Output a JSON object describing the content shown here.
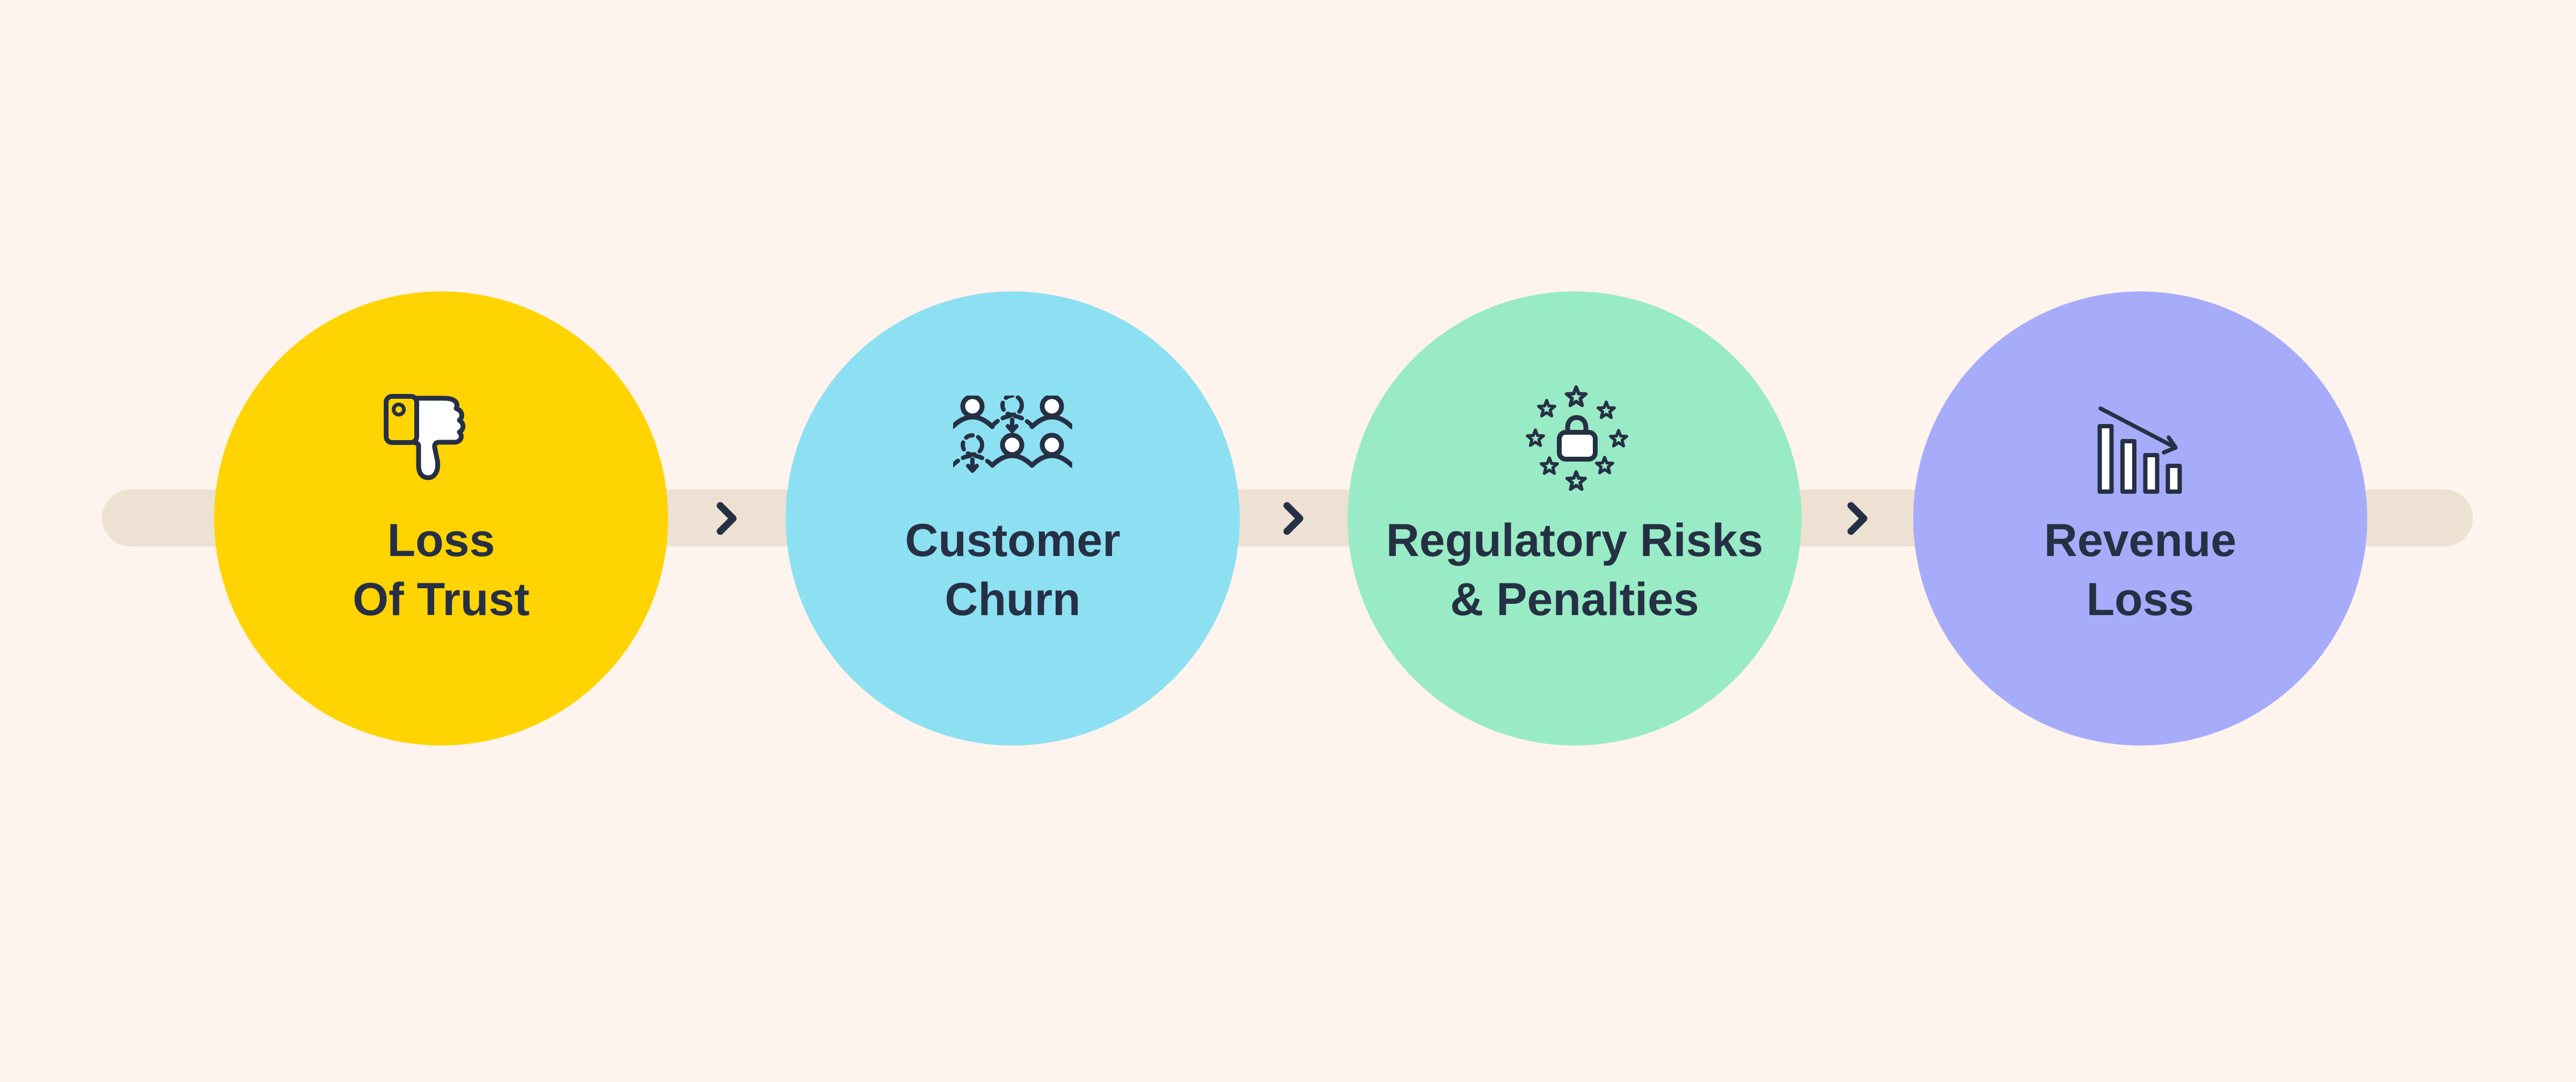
{
  "page": {
    "background_color": "#FEF4ED",
    "text_color": "#263044"
  },
  "flow": {
    "connector": {
      "color": "#EDE1D3",
      "chevron_icon": "chevron-right",
      "chevron_color": "#263044"
    },
    "steps": [
      {
        "id": "loss-of-trust",
        "label_line1": "Loss",
        "label_line2": "Of Trust",
        "icon": "thumbs-down-icon",
        "circle_color": "#FFD402"
      },
      {
        "id": "customer-churn",
        "label_line1": "Customer",
        "label_line2": "Churn",
        "icon": "customer-churn-people-icon",
        "circle_color": "#8CE0F2"
      },
      {
        "id": "regulatory-risks-penalties",
        "label_line1": "Regulatory Risks",
        "label_line2": "& Penalties",
        "icon": "gdpr-lock-stars-icon",
        "circle_color": "#99EBC5"
      },
      {
        "id": "revenue-loss",
        "label_line1": "Revenue",
        "label_line2": "Loss",
        "icon": "declining-bar-chart-icon",
        "circle_color": "#A6ACF9"
      }
    ]
  }
}
